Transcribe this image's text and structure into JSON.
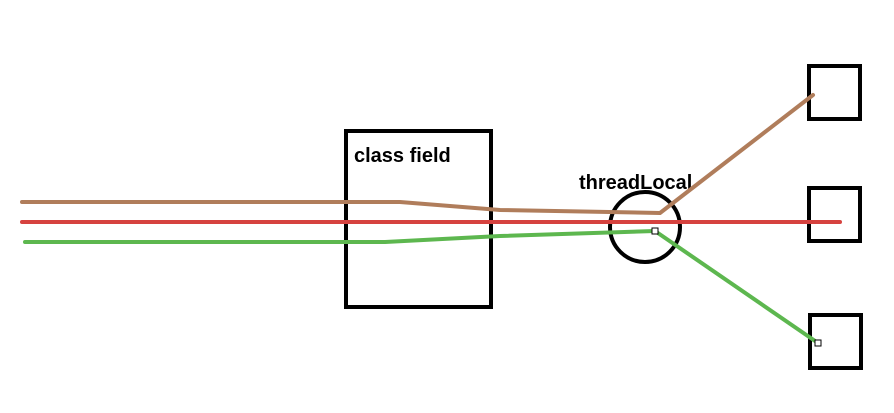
{
  "labels": {
    "class_field": "class field",
    "thread_local": "threadLocal"
  },
  "colors": {
    "background": "#ffffff",
    "outline": "#000000",
    "brown_thread": "#b07d5b",
    "red_thread": "#d6423f",
    "green_thread": "#5db74f"
  },
  "threads": [
    "brown",
    "red",
    "green"
  ]
}
